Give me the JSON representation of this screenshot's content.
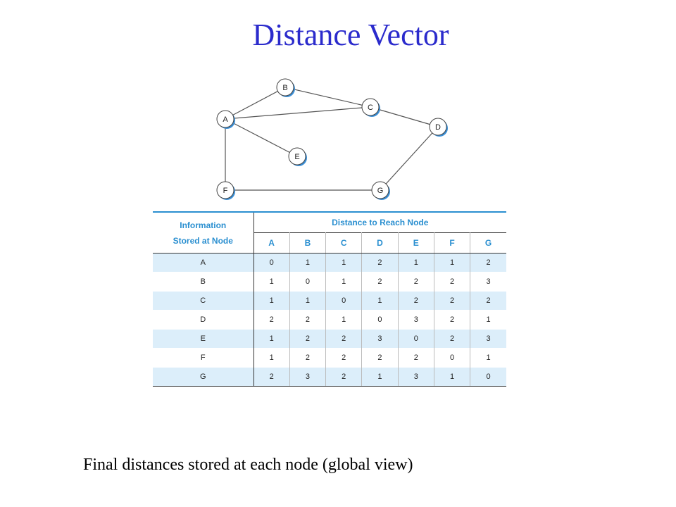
{
  "title": "Distance Vector",
  "graph": {
    "nodes": [
      "A",
      "B",
      "C",
      "D",
      "E",
      "F",
      "G"
    ],
    "edges": [
      [
        "A",
        "B"
      ],
      [
        "B",
        "C"
      ],
      [
        "A",
        "C"
      ],
      [
        "A",
        "E"
      ],
      [
        "A",
        "F"
      ],
      [
        "C",
        "D"
      ],
      [
        "F",
        "G"
      ],
      [
        "D",
        "G"
      ]
    ]
  },
  "table": {
    "info_header_line1": "Information",
    "info_header_line2": "Stored at Node",
    "distance_header": "Distance to Reach Node",
    "columns": [
      "A",
      "B",
      "C",
      "D",
      "E",
      "F",
      "G"
    ],
    "rows": [
      {
        "node": "A",
        "values": [
          "0",
          "1",
          "1",
          "2",
          "1",
          "1",
          "2"
        ]
      },
      {
        "node": "B",
        "values": [
          "1",
          "0",
          "1",
          "2",
          "2",
          "2",
          "3"
        ]
      },
      {
        "node": "C",
        "values": [
          "1",
          "1",
          "0",
          "1",
          "2",
          "2",
          "2"
        ]
      },
      {
        "node": "D",
        "values": [
          "2",
          "2",
          "1",
          "0",
          "3",
          "2",
          "1"
        ]
      },
      {
        "node": "E",
        "values": [
          "1",
          "2",
          "2",
          "3",
          "0",
          "2",
          "3"
        ]
      },
      {
        "node": "F",
        "values": [
          "1",
          "2",
          "2",
          "2",
          "2",
          "0",
          "1"
        ]
      },
      {
        "node": "G",
        "values": [
          "2",
          "3",
          "2",
          "1",
          "3",
          "1",
          "0"
        ]
      }
    ]
  },
  "caption": "Final distances stored at each node (global view)",
  "colors": {
    "title": "#2b2bcc",
    "header_accent": "#2a8fd0",
    "row_stripe": "#dceefa",
    "node_shadow": "#3b8fd6"
  }
}
